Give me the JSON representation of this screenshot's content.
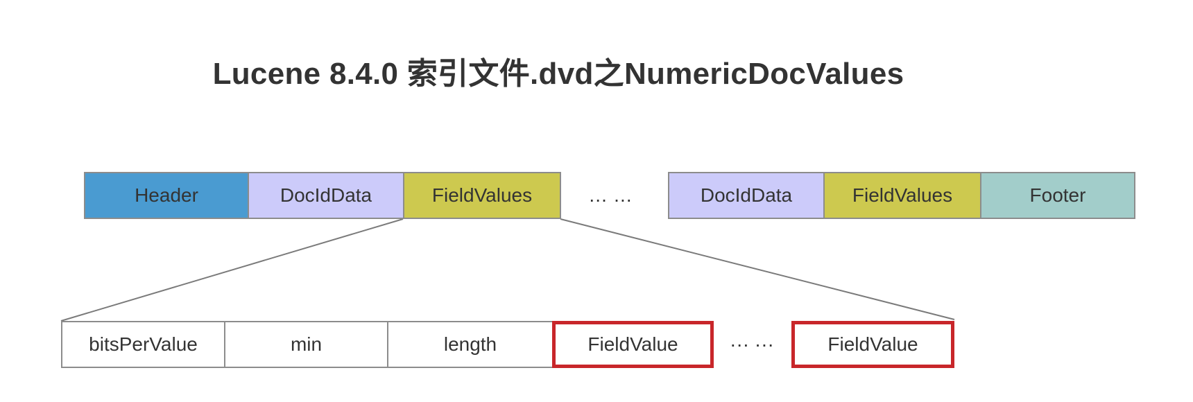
{
  "title": "Lucene 8.4.0 索引文件.dvd之NumericDocValues",
  "top_row": {
    "cells": [
      {
        "label": "Header",
        "color": "#4a9bd1"
      },
      {
        "label": "DocIdData",
        "color": "#cccbfa"
      },
      {
        "label": "FieldValues",
        "color": "#cdc94f"
      },
      {
        "label": "DocIdData",
        "color": "#cccbfa"
      },
      {
        "label": "FieldValues",
        "color": "#cdc94f"
      },
      {
        "label": "Footer",
        "color": "#a2cdca"
      }
    ],
    "ellipsis": "… …"
  },
  "bottom_row": {
    "cells": [
      {
        "label": "bitsPerValue",
        "highlighted": false
      },
      {
        "label": "min",
        "highlighted": false
      },
      {
        "label": "length",
        "highlighted": false
      },
      {
        "label": "FieldValue",
        "highlighted": true
      },
      {
        "label": "FieldValue",
        "highlighted": true
      }
    ],
    "ellipsis": "··· ···"
  },
  "colors": {
    "border": "#8c8c8c",
    "highlight": "#c8262a",
    "connector": "#7a7a7a"
  }
}
